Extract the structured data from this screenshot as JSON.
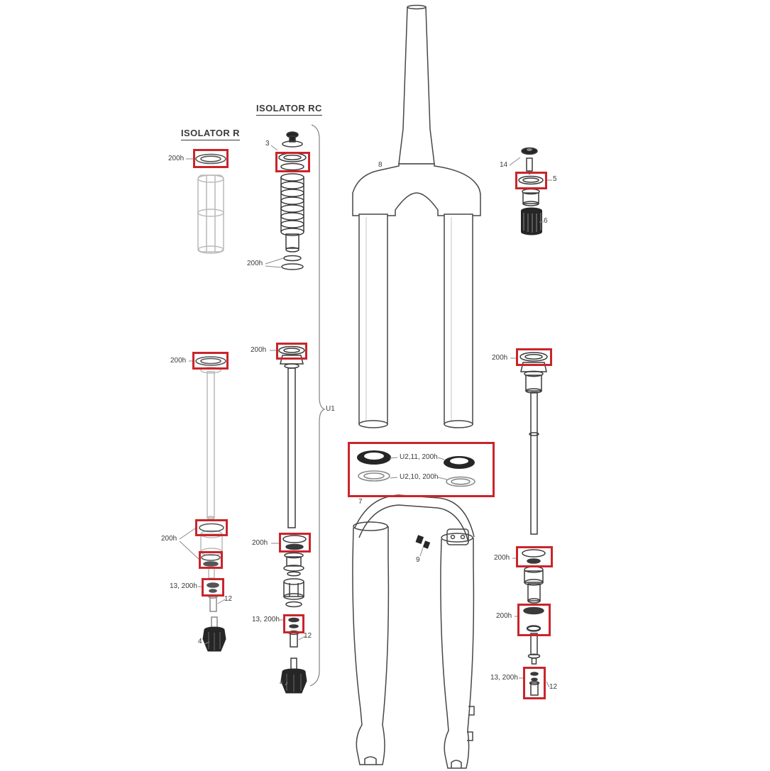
{
  "colors": {
    "highlight": "#c9252b",
    "ink": "#3a3a3a",
    "muted": "#b9b9b9"
  },
  "headings": {
    "isolator_r": "ISOLATOR R",
    "isolator_rc": "ISOLATOR RC"
  },
  "labels": {
    "iso_r_top_seal": "200h",
    "iso_rc_part3": "3",
    "iso_rc_washers": "200h",
    "upper_assembly": "8",
    "air_top_dial": "14",
    "air_top_seal": "5",
    "air_knob": "6",
    "iso_r_mid_seal": "200h",
    "iso_rc_mid_seal": "200h",
    "air_mid_seal": "200h",
    "upper_bracket": "U1",
    "dust_seals": "U2,11, 200h",
    "foam_rings": "U2,10, 200h",
    "lower_assembly": "7",
    "arch_bolts": "9",
    "iso_r_sealhead": "200h",
    "iso_rc_piston": "200h",
    "air_piston": "200h",
    "iso_r_bolt": "13, 200h",
    "iso_r_bolt_part": "12",
    "air_sealhead": "200h",
    "iso_rc_bolt": "13, 200h",
    "iso_rc_bolt_part": "12",
    "iso_r_knob": "4",
    "iso_rc_knob": "4",
    "air_bolt": "13, 200h",
    "air_bolt_part": "12"
  }
}
